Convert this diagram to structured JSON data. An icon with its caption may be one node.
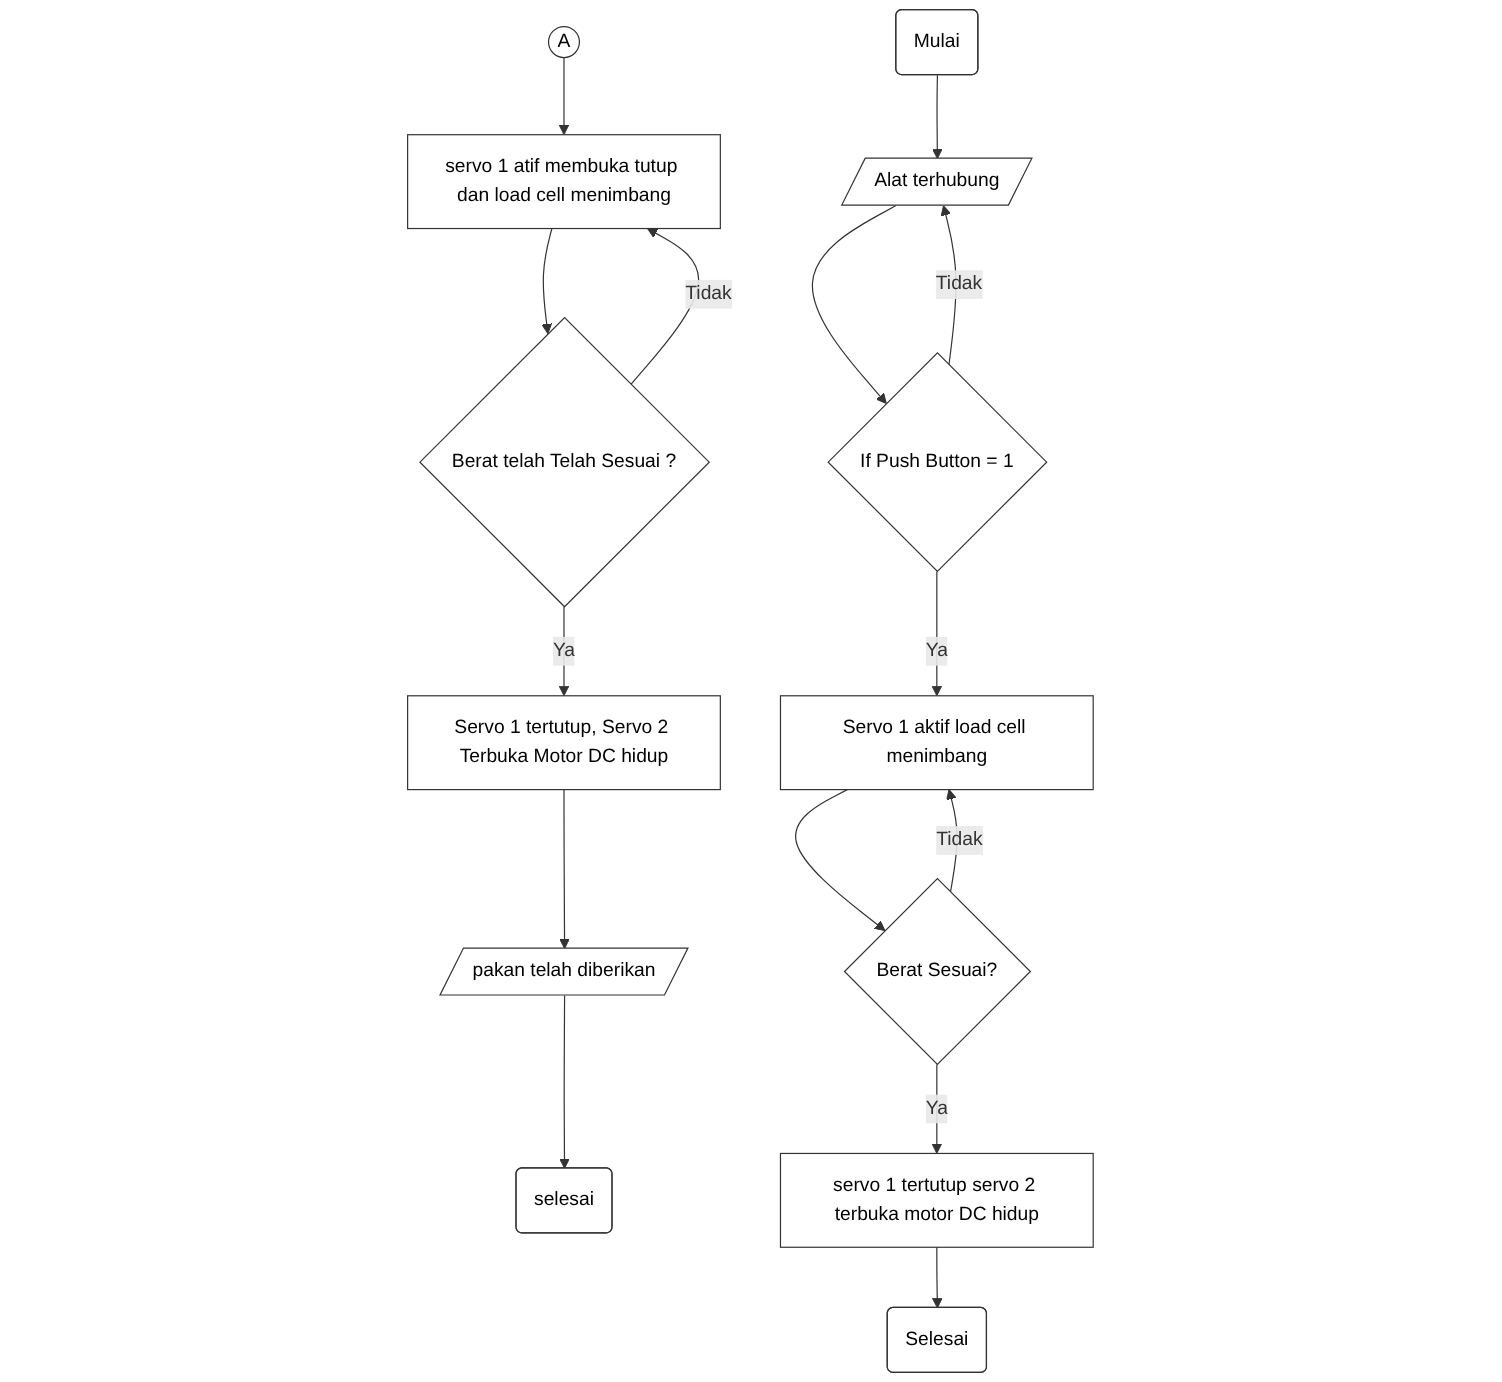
{
  "diagram": {
    "nodes": [
      {
        "text": [
          "A"
        ]
      },
      {
        "text": [
          "servo 1 atif membuka tutup dan load cell menimbang"
        ]
      },
      {
        "text": [
          "Berat telah Telah Sesuai ?"
        ]
      },
      {
        "text": [
          "Servo 1 tertutup, Servo 2 Terbuka Motor DC hidup"
        ]
      },
      {
        "text": [
          "pakan telah diberikan"
        ]
      },
      {
        "text": [
          "selesai"
        ]
      },
      {
        "text": [
          "Mulai"
        ]
      },
      {
        "text": [
          "Alat terhubung"
        ]
      },
      {
        "text": [
          "If Push Button = 1"
        ]
      },
      {
        "text": [
          "Servo 1 aktif load cell menimbang"
        ]
      },
      {
        "text": [
          "Berat Sesuai?"
        ]
      },
      {
        "text": [
          "servo 1 tertutup servo 2 terbuka motor DC hidup"
        ]
      },
      {
        "text": [
          "Selesai"
        ]
      }
    ],
    "edges": [
      {
        "from": 0,
        "to": 1,
        "arrow": "to"
      },
      {
        "from": 1,
        "to": 2,
        "arrow": "to"
      },
      {
        "from": 2,
        "to": 1,
        "label": "Tidak",
        "arrow": "to"
      },
      {
        "from": 2,
        "to": 3,
        "label": "Ya",
        "arrow": "to"
      },
      {
        "from": 3,
        "to": 4,
        "arrow": "to"
      },
      {
        "from": 4,
        "to": 5,
        "arrow": "to"
      },
      {
        "from": 6,
        "to": 7,
        "arrow": "to"
      },
      {
        "from": 7,
        "to": 8,
        "arrow": "to"
      },
      {
        "from": 8,
        "to": 7,
        "label": "Tidak",
        "arrow": "to"
      },
      {
        "from": 8,
        "to": 9,
        "label": "Ya",
        "arrow": "to"
      },
      {
        "from": 9,
        "to": 10,
        "arrow": "to"
      },
      {
        "from": 10,
        "to": 9,
        "label": "Tidak",
        "arrow": "to"
      },
      {
        "from": 10,
        "to": 11,
        "label": "Ya",
        "arrow": "to"
      },
      {
        "from": 11,
        "to": 12,
        "arrow": "to"
      }
    ]
  }
}
